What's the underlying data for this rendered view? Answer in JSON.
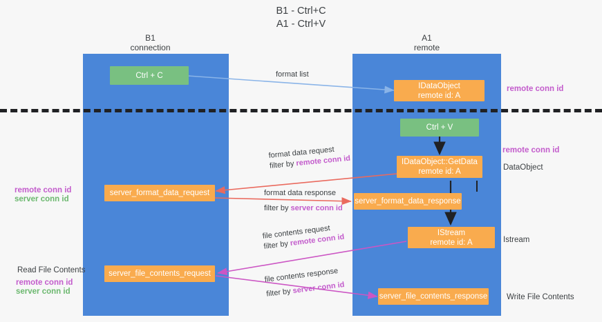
{
  "title": "B1 - Ctrl+C\nA1 - Ctrl+V",
  "columns": {
    "left": {
      "header": "B1\nconnection"
    },
    "right": {
      "header": "A1\nremote"
    }
  },
  "colors": {
    "lane": "#4a86d8",
    "green_node": "#79c081",
    "orange_node": "#f9ab4e",
    "remote_conn_id": "#c35ccc",
    "server_conn_id_legend": "#6cb86f",
    "arrow_format_list": "#8ab4e8",
    "arrow_format_data": "#ea6a5e",
    "arrow_file_contents": "#cc56c4",
    "divider": "#202124",
    "text": "#3c4043"
  },
  "nodes": {
    "ctrl_c": {
      "line1": "Ctrl + C"
    },
    "idataobject": {
      "line1": "IDataObject",
      "line2": "remote id: A"
    },
    "ctrl_v": {
      "line1": "Ctrl + V"
    },
    "getdata": {
      "line1": "IDataObject::GetData",
      "line2": "remote id: A"
    },
    "server_format_data_request": {
      "line1": "server_format_data_request"
    },
    "server_format_data_response": {
      "line1": "server_format_data_response"
    },
    "istream": {
      "line1": "IStream",
      "line2": "remote id: A"
    },
    "server_file_contents_request": {
      "line1": "server_file_contents_request"
    },
    "server_file_contents_response": {
      "line1": "server_file_contents_response"
    }
  },
  "arrow_labels": {
    "format_list": "format list",
    "format_data_request": "format data request",
    "format_data_request_filter_prefix": "filter by ",
    "format_data_request_filter_key": "remote conn id",
    "format_data_response": "format data response",
    "format_data_response_filter_prefix": "filter by ",
    "format_data_response_filter_key": "server conn id",
    "file_contents_request": "file contents request",
    "file_contents_request_filter_prefix": "filter by ",
    "file_contents_request_filter_key": "remote conn id",
    "file_contents_response": "file contents response",
    "file_contents_response_filter_prefix": "filter by ",
    "file_contents_response_filter_key": "server conn id"
  },
  "side_labels": {
    "right_remote_conn_id_top": "remote conn id",
    "right_remote_conn_id_mid": "remote conn id",
    "right_dataobject": "DataObject",
    "right_istream": "Istream",
    "right_write_file_contents": "Write File Contents",
    "left_legend_remote_mid": "remote conn id",
    "left_legend_server_mid": "server conn id",
    "left_read_file_contents": "Read File Contents",
    "left_legend_remote_bottom": "remote conn id",
    "left_legend_server_bottom": "server conn id"
  }
}
